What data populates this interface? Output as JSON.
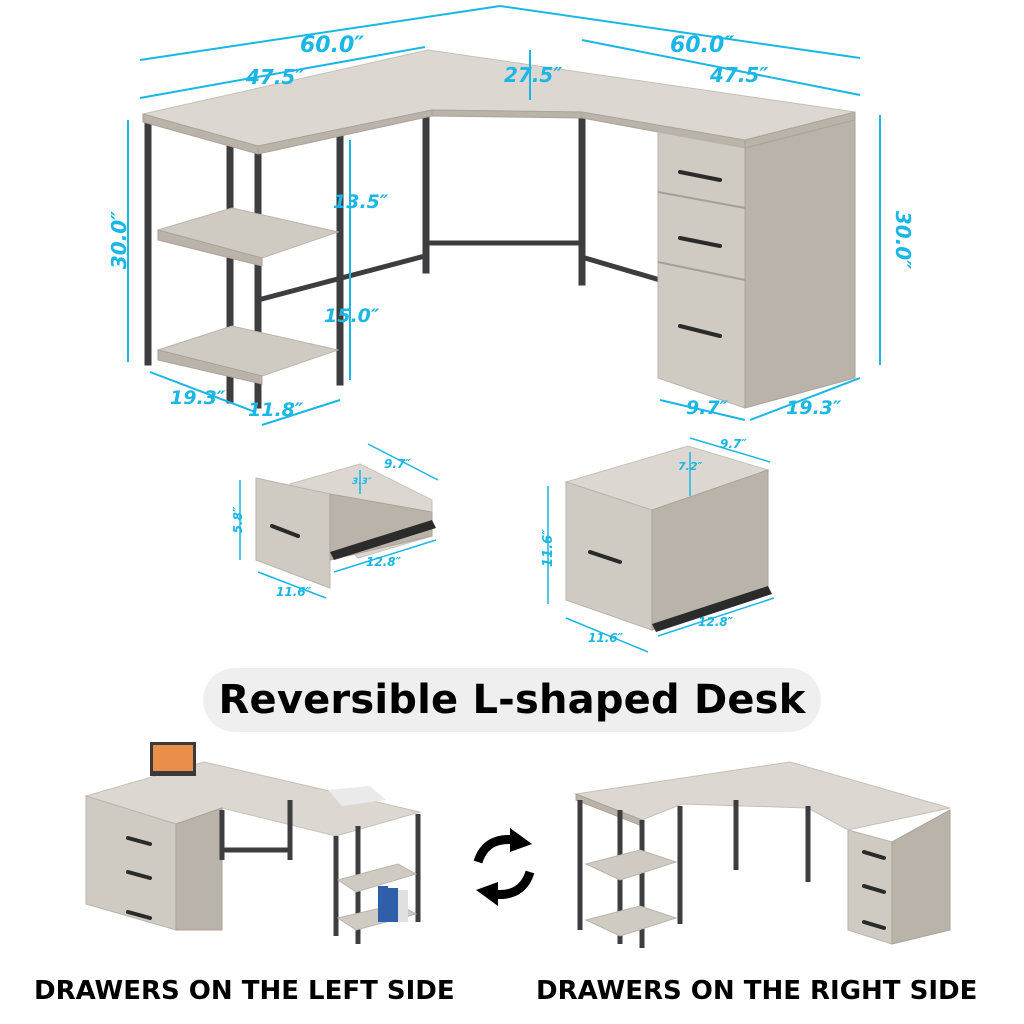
{
  "title": "Reversible L-shaped Desk",
  "dimensions": {
    "left_total": "60.0″",
    "left_inner": "47.5″",
    "right_total": "60.0″",
    "right_inner": "47.5″",
    "corner_depth": "27.5″",
    "height_left": "30.0″",
    "height_right": "30.0″",
    "shelf_upper": "13.5″",
    "shelf_lower": "15.0″",
    "left_depth": "19.3″",
    "shelf_width": "11.8″",
    "drawer_width": "9.7″",
    "right_depth": "19.3″"
  },
  "small_drawer": {
    "width": "9.7″",
    "inner_height": "3.3″",
    "height": "5.8″",
    "depth": "12.8″",
    "front_width": "11.6″"
  },
  "file_drawer": {
    "width": "9.7″",
    "inner_height": "7.2″",
    "height": "11.6″",
    "depth": "12.8″",
    "front_width": "11.6″"
  },
  "captions": {
    "left": "DRAWERS ON THE LEFT SIDE",
    "right": "DRAWERS ON THE RIGHT SIDE"
  },
  "colors": {
    "dimension": "#19b6e6",
    "wood": "#cfcac2",
    "frame": "#3d3d3f"
  }
}
